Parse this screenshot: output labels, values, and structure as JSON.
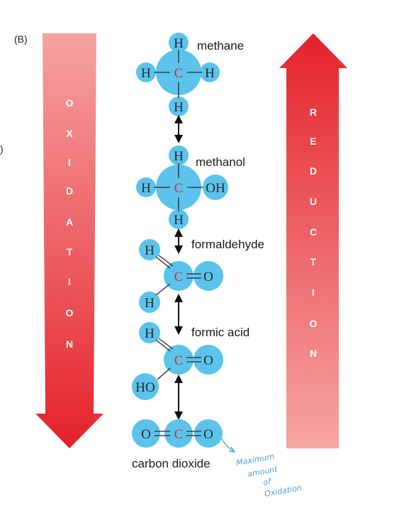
{
  "panel_label": "(B)",
  "edge_mark": ")",
  "left_arrow": {
    "word": "OXIDATION",
    "letters": [
      "O",
      "X",
      "I",
      "D",
      "A",
      "T",
      "I",
      "O",
      "N"
    ]
  },
  "right_arrow": {
    "word": "REDUCTION",
    "letters": [
      "R",
      "E",
      "D",
      "U",
      "C",
      "T",
      "I",
      "O",
      "N"
    ]
  },
  "molecules": {
    "methane": {
      "name": "methane",
      "top_h": "H",
      "left_h": "H",
      "carbon": "C",
      "right_h": "H",
      "bottom_h": "H"
    },
    "methanol": {
      "name": "methanol",
      "top_h": "H",
      "left_h": "H",
      "carbon": "C",
      "right_group": "OH",
      "bottom_h": "H"
    },
    "formaldehyde": {
      "name": "formaldehyde",
      "top_h": "H",
      "carbon": "C",
      "oxygen": "O",
      "bottom_h": "H"
    },
    "formic_acid": {
      "name": "formic acid",
      "top_h": "H",
      "carbon": "C",
      "oxygen": "O",
      "bottom_group": "HO"
    },
    "carbon_dioxide": {
      "name": "carbon dioxide",
      "left_o": "O",
      "carbon": "C",
      "right_o": "O"
    }
  },
  "handwritten_note": [
    "Maximum",
    "amount",
    "of",
    "Oxidation"
  ],
  "colors": {
    "molecule_fill": "#5bc3ec",
    "arrow_red": "#e4222a",
    "arrow_light": "#f6a6a5",
    "carbon": "#e0262b"
  }
}
